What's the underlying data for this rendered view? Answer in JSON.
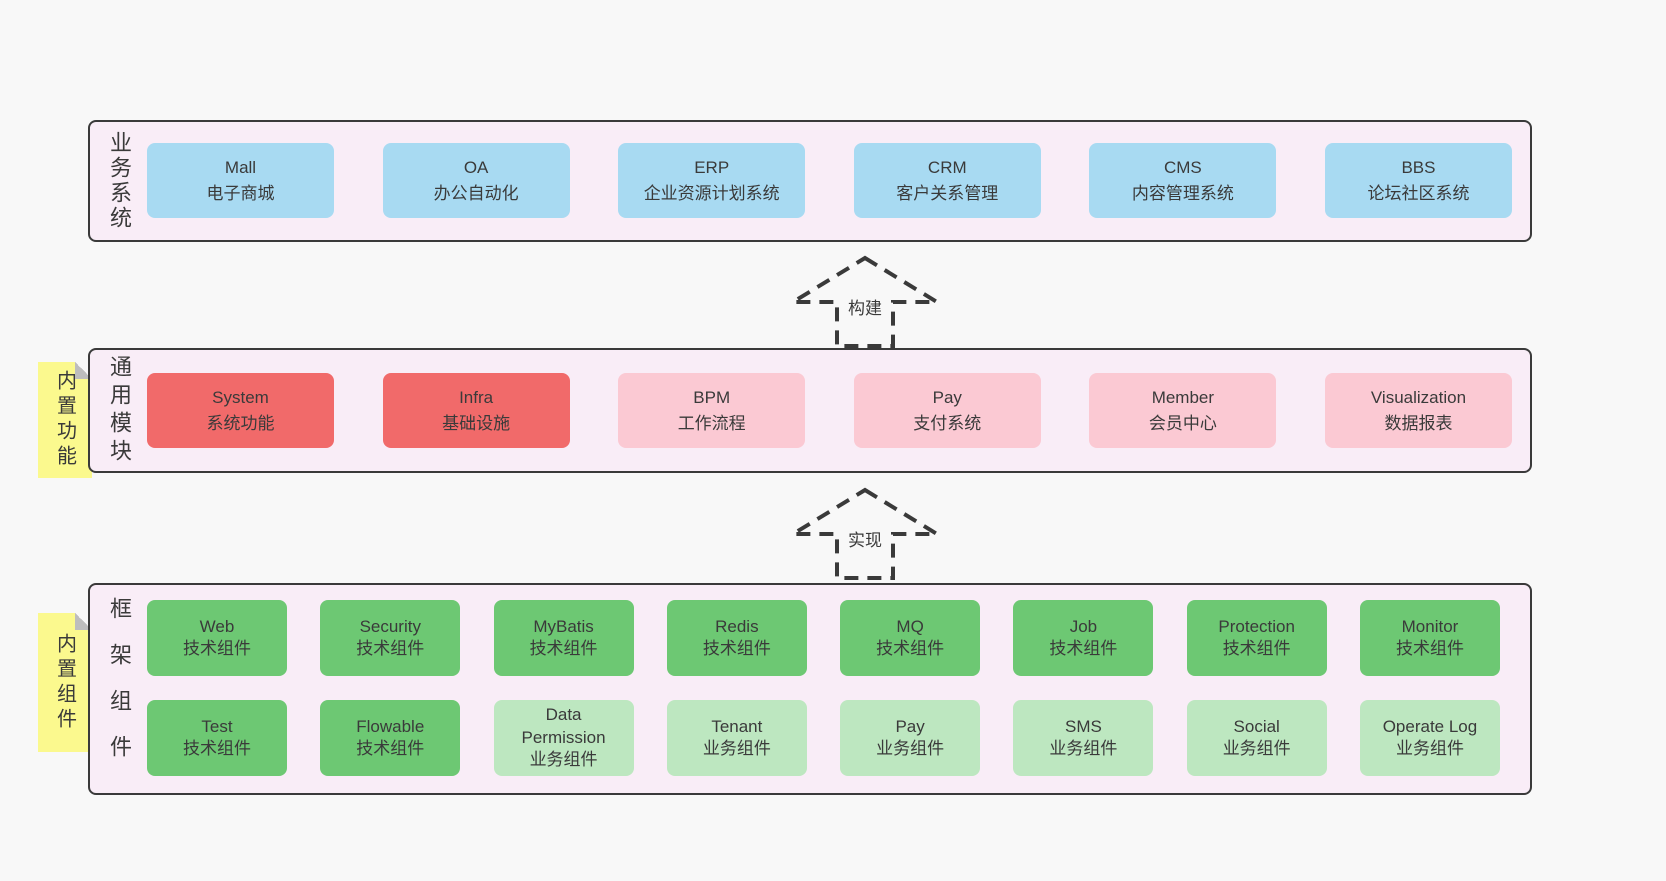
{
  "colors": {
    "page_bg": "#f8f8f8",
    "panel_bg": "#f9edf7",
    "panel_border": "#3a3a3a",
    "box_blue": "#a8daf2",
    "box_red": "#f16a6a",
    "box_pink": "#fbc9d3",
    "box_green_dark": "#6dc873",
    "box_green_light": "#bde7c0",
    "sticky_yellow": "#fbf98e",
    "text": "#3a3a3a"
  },
  "stickies": [
    {
      "label": "内置功能"
    },
    {
      "label": "内置组件"
    }
  ],
  "arrows": [
    {
      "label": "构建"
    },
    {
      "label": "实现"
    }
  ],
  "sections": [
    {
      "label": "业务系统",
      "boxes": [
        {
          "title": "Mall",
          "subtitle": "电子商城"
        },
        {
          "title": "OA",
          "subtitle": "办公自动化"
        },
        {
          "title": "ERP",
          "subtitle": "企业资源计划系统"
        },
        {
          "title": "CRM",
          "subtitle": "客户关系管理"
        },
        {
          "title": "CMS",
          "subtitle": "内容管理系统"
        },
        {
          "title": "BBS",
          "subtitle": "论坛社区系统"
        }
      ]
    },
    {
      "label": "通用模块",
      "boxes": [
        {
          "title": "System",
          "subtitle": "系统功能"
        },
        {
          "title": "Infra",
          "subtitle": "基础设施"
        },
        {
          "title": "BPM",
          "subtitle": "工作流程"
        },
        {
          "title": "Pay",
          "subtitle": "支付系统"
        },
        {
          "title": "Member",
          "subtitle": "会员中心"
        },
        {
          "title": "Visualization",
          "subtitle": "数据报表"
        }
      ]
    },
    {
      "label": "框架组件",
      "rows": [
        [
          {
            "title": "Web",
            "subtitle": "技术组件"
          },
          {
            "title": "Security",
            "subtitle": "技术组件"
          },
          {
            "title": "MyBatis",
            "subtitle": "技术组件"
          },
          {
            "title": "Redis",
            "subtitle": "技术组件"
          },
          {
            "title": "MQ",
            "subtitle": "技术组件"
          },
          {
            "title": "Job",
            "subtitle": "技术组件"
          },
          {
            "title": "Protection",
            "subtitle": "技术组件"
          },
          {
            "title": "Monitor",
            "subtitle": "技术组件"
          }
        ],
        [
          {
            "title": "Test",
            "subtitle": "技术组件"
          },
          {
            "title": "Flowable",
            "subtitle": "技术组件"
          },
          {
            "title": "Data Permission",
            "subtitle": "业务组件"
          },
          {
            "title": "Tenant",
            "subtitle": "业务组件"
          },
          {
            "title": "Pay",
            "subtitle": "业务组件"
          },
          {
            "title": "SMS",
            "subtitle": "业务组件"
          },
          {
            "title": "Social",
            "subtitle": "业务组件"
          },
          {
            "title": "Operate Log",
            "subtitle": "业务组件"
          }
        ]
      ]
    }
  ]
}
